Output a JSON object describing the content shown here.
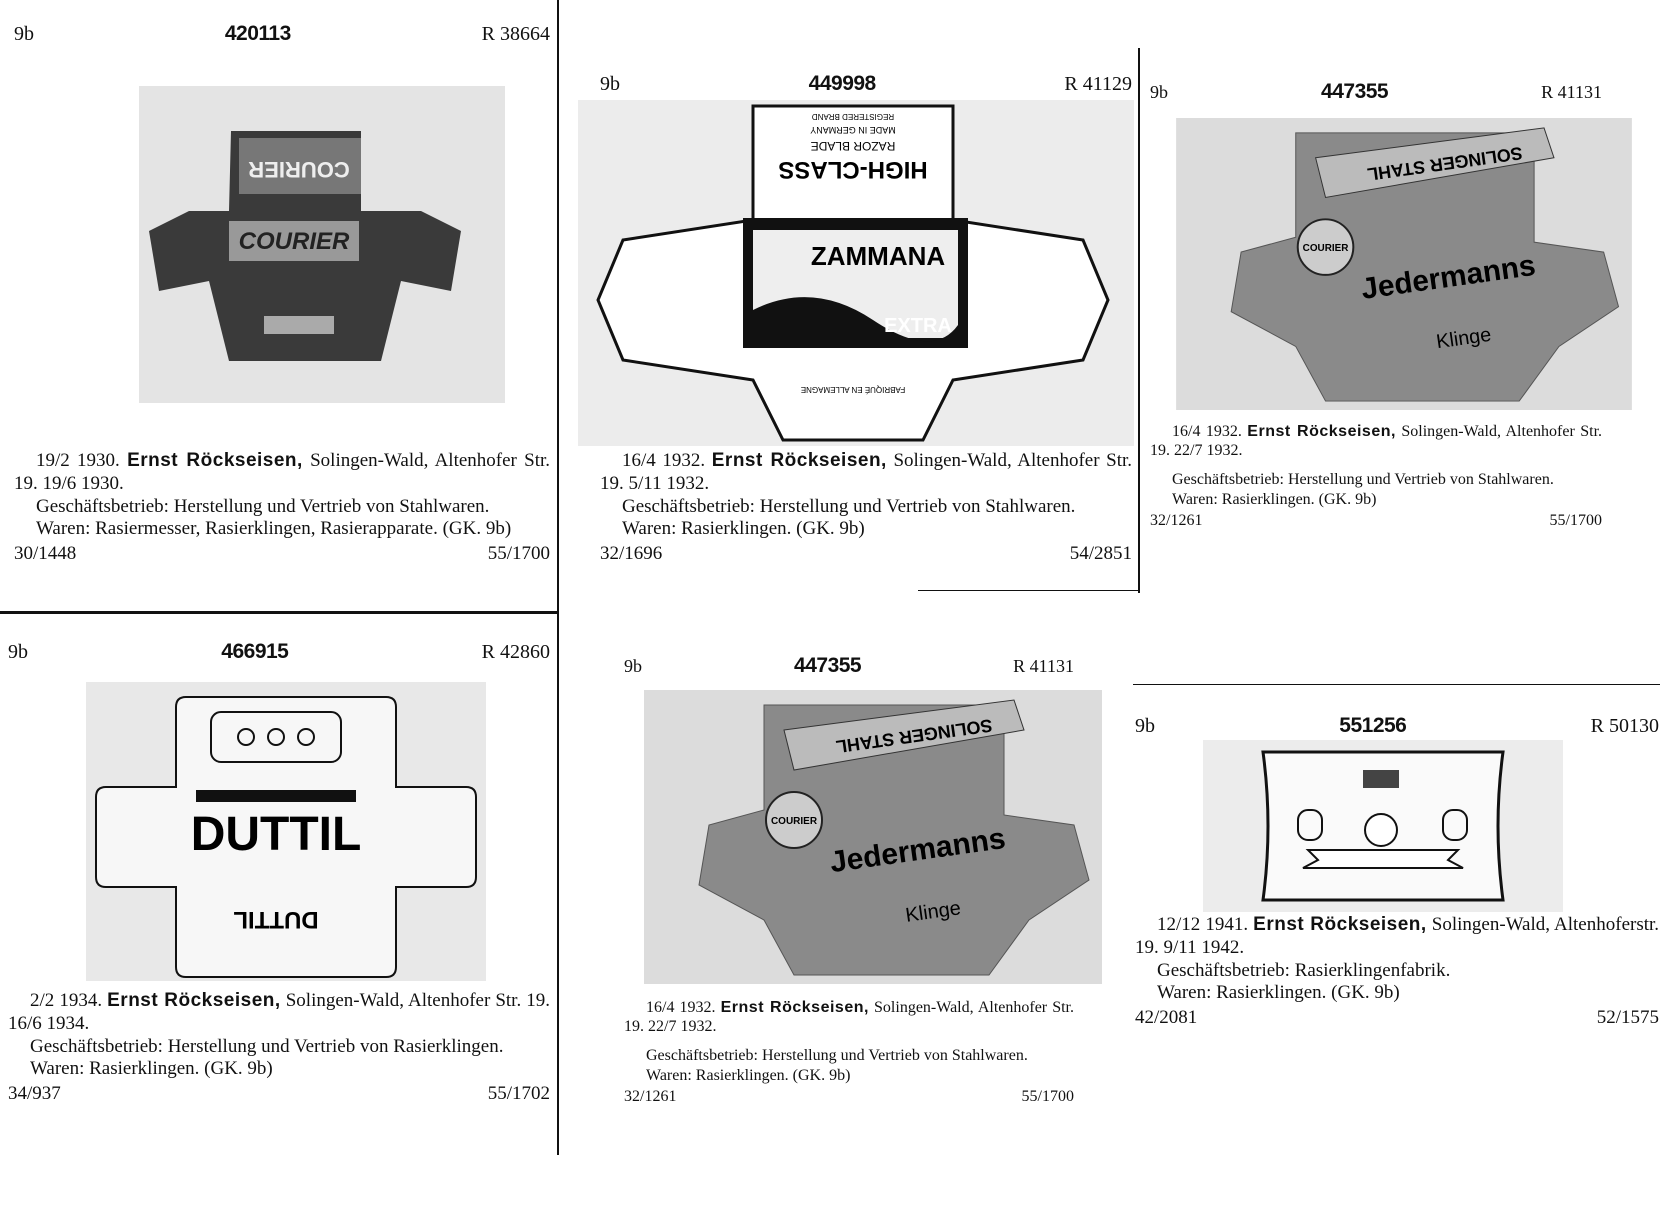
{
  "panels": [
    {
      "id": "420113",
      "cls": "9b",
      "number": "420113",
      "reg": "R 38664",
      "filing": "19/2 1930.",
      "owner": "Ernst Röckseisen,",
      "address": "Solingen-Wald, Altenhofer Str. 19.",
      "published": "19/6 1930.",
      "business": "Geschäftsbetrieb: Herstellung und Vertrieb von Stahlwaren.",
      "goods": "Waren: Rasiermesser, Rasierklingen, Rasierapparate. (GK. 9b)",
      "file_left": "30/1448",
      "file_right": "55/1700",
      "logo": [
        "COURIER",
        "COURIER"
      ],
      "style": "courier"
    },
    {
      "id": "449998",
      "cls": "9b",
      "number": "449998",
      "reg": "R 41129",
      "filing": "16/4 1932.",
      "owner": "Ernst Röckseisen,",
      "address": "Solingen-Wald, Altenhofer Str. 19.",
      "published": "5/11 1932.",
      "business": "Geschäftsbetrieb: Herstellung und Vertrieb von Stahlwaren.",
      "goods": "Waren: Rasierklingen. (GK. 9b)",
      "file_left": "32/1696",
      "file_right": "54/2851",
      "logo": [
        "HIGH-CLASS",
        "RAZOR BLADE",
        "MADE IN GERMANY",
        "REGISTERED BRAND",
        "ZAMMANA",
        "EXTRA",
        "FABRIQUÉ EN ALLEMAGNE"
      ],
      "style": "zammana"
    },
    {
      "id": "447355a",
      "cls": "9b",
      "number": "447355",
      "reg": "R 41131",
      "filing": "16/4 1932.",
      "owner": "Ernst Röckseisen,",
      "address": "Solingen-Wald, Altenhofer Str. 19.",
      "published": "22/7 1932.",
      "business": "Geschäftsbetrieb: Herstellung und Vertrieb von Stahlwaren.",
      "goods": "Waren: Rasierklingen. (GK. 9b)",
      "file_left": "32/1261",
      "file_right": "55/1700",
      "logo": [
        "SOLINGER STAHL",
        "COURIER",
        "Jedermanns",
        "Klinge"
      ],
      "style": "jedermann"
    },
    {
      "id": "466915",
      "cls": "9b",
      "number": "466915",
      "reg": "R 42860",
      "filing": "2/2 1934.",
      "owner": "Ernst Röckseisen,",
      "address": "Solingen-Wald, Altenhofer Str. 19.",
      "published": "16/6 1934.",
      "business": "Geschäftsbetrieb: Herstellung und Vertrieb von Rasierklingen.",
      "goods": "Waren: Rasierklingen. (GK. 9b)",
      "file_left": "34/937",
      "file_right": "55/1702",
      "logo": [
        "DUTTIL",
        "DUTTIL"
      ],
      "style": "duttil"
    },
    {
      "id": "447355b",
      "cls": "9b",
      "number": "447355",
      "reg": "R 41131",
      "filing": "16/4 1932.",
      "owner": "Ernst Röckseisen,",
      "address": "Solingen-Wald, Altenhofer Str. 19.",
      "published": "22/7 1932.",
      "business": "Geschäftsbetrieb: Herstellung und Vertrieb von Stahlwaren.",
      "goods": "Waren: Rasierklingen. (GK. 9b)",
      "file_left": "32/1261",
      "file_right": "55/1700",
      "logo": [
        "SOLINGER STAHL",
        "COURIER",
        "Jedermanns",
        "Klinge"
      ],
      "style": "jedermann"
    },
    {
      "id": "551256",
      "cls": "9b",
      "number": "551256",
      "reg": "R 50130",
      "filing": "12/12 1941.",
      "owner": "Ernst Röckseisen,",
      "address": "Solingen-Wald, Altenhoferstr. 19.",
      "published": "9/11 1942.",
      "business": "Geschäftsbetrieb: Rasierklingenfabrik.",
      "goods": "Waren: Rasierklingen. (GK. 9b)",
      "file_left": "42/2081",
      "file_right": "52/1575",
      "logo": [],
      "style": "man"
    }
  ]
}
